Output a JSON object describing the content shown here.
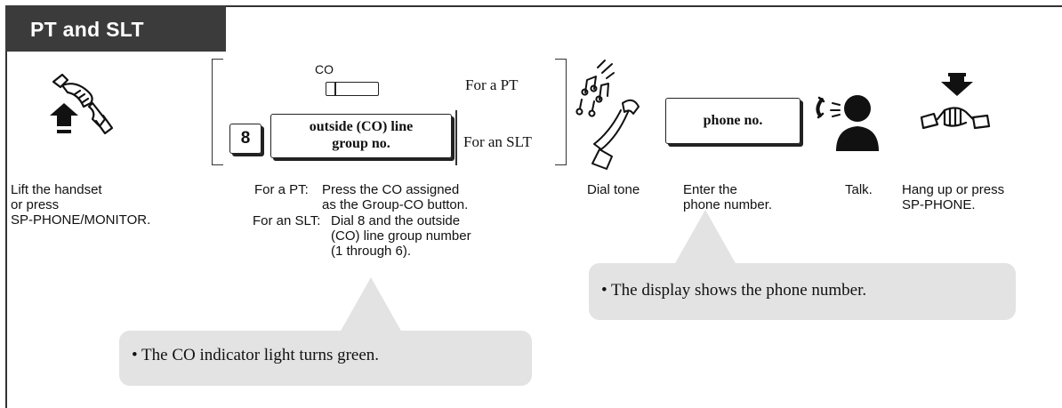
{
  "header": {
    "title": "PT and SLT"
  },
  "step1": {
    "icon": "lift-handset-icon",
    "caption": "Lift the handset\nor press\nSP-PHONE/MONITOR."
  },
  "step2": {
    "co_label": "CO",
    "key_label": "8",
    "dial_box_label": "outside (CO) line\ngroup no.",
    "for_pt": "For a PT",
    "for_slt": "For an SLT",
    "caption_pt_key": "For a PT:",
    "caption_pt_text": "Press the CO assigned\nas the Group-CO button.",
    "caption_slt_key": "For an SLT:",
    "caption_slt_text": "Dial 8 and the outside\n(CO) line group number\n(1 through 6)."
  },
  "step3": {
    "icon": "dial-tone-icon",
    "caption": "Dial tone"
  },
  "step4": {
    "box_label": "phone no.",
    "caption": "Enter the\nphone number."
  },
  "step5": {
    "icon": "talk-icon",
    "caption": "Talk."
  },
  "step6": {
    "icon": "hang-up-icon",
    "caption": "Hang up or press\nSP-PHONE."
  },
  "callouts": {
    "co_light": "• The CO indicator light turns green.",
    "display": "• The display shows the phone number."
  },
  "colors": {
    "tab_background": "#3b3b3b",
    "callout_background": "#e3e3e3"
  }
}
